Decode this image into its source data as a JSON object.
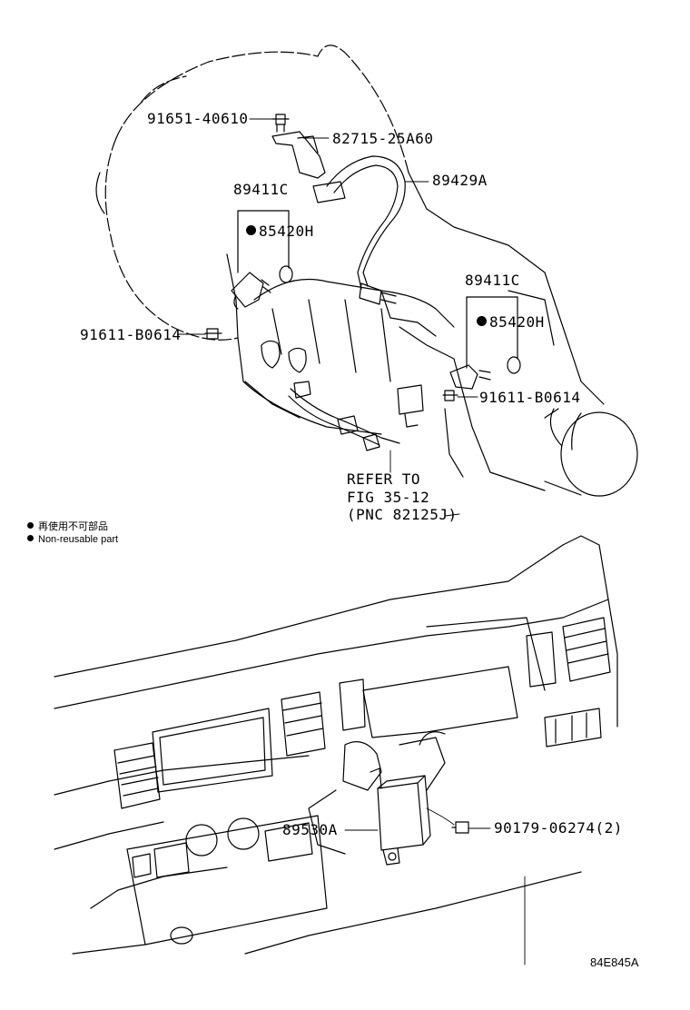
{
  "diagram": {
    "labels": {
      "bolt_top": "91651-40610",
      "bracket": "82715-25A60",
      "wire_upper": "89429A",
      "sensor_left_group": "89411C",
      "gasket_left": "85420H",
      "bolt_left": "91611-B0614",
      "sensor_right_group": "89411C",
      "gasket_right": "85420H",
      "bolt_right": "91611-B0614",
      "refer_line1": "REFER TO",
      "refer_line2": "FIG 35-12",
      "refer_line3": "(PNC 82125J)",
      "ecu": "89530A",
      "screw": "90179-06274(2)"
    },
    "legend": {
      "line_jp": "再使用不可部品",
      "line_en": "Non-reusable part"
    },
    "drawing_code": "84E845A"
  },
  "colors": {
    "ink": "#000000",
    "background": "#ffffff"
  }
}
